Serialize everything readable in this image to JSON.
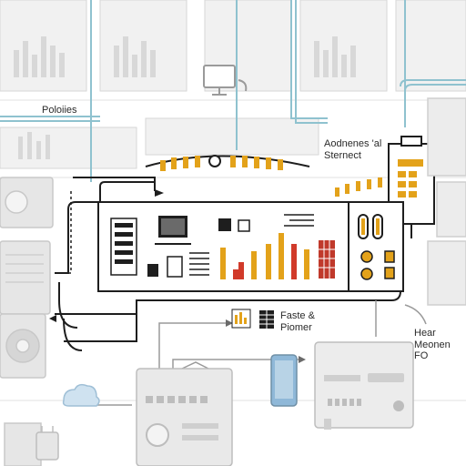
{
  "labels": {
    "left": "Poloiies",
    "top_right": "Aodnenes 'al\nSternect",
    "center": "Faste &\nPiomer",
    "right": "Hear\nMeonen FO"
  },
  "colors": {
    "accent_orange": "#e3a21a",
    "accent_red": "#d13a2a",
    "line_dark": "#1e1e1e",
    "line_teal": "#8fc2cf",
    "bg_gray": "#e6e6e6",
    "device_blue": "#8fb8d8"
  }
}
